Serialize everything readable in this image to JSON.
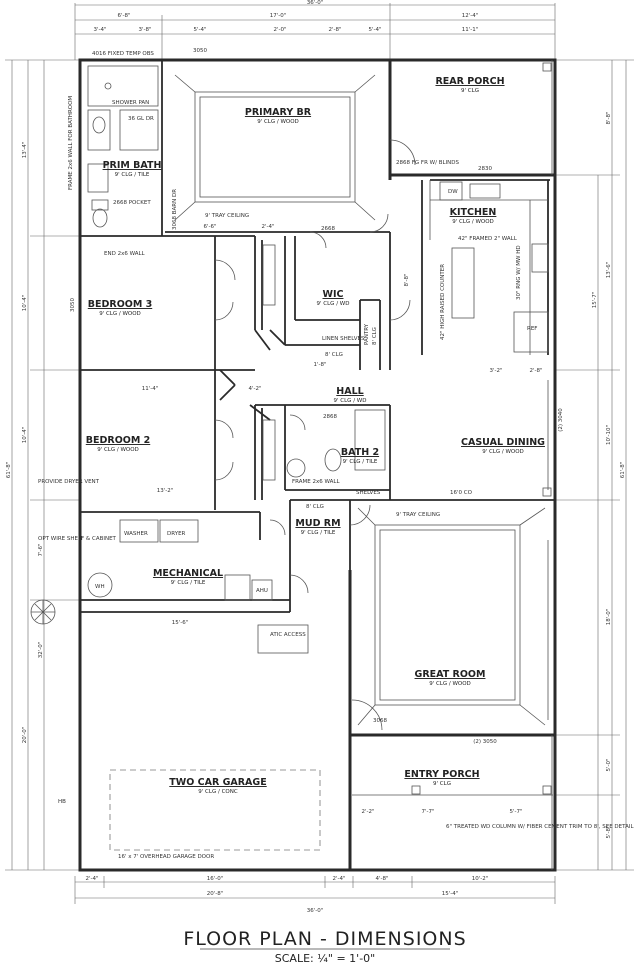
{
  "title": "FLOOR PLAN - DIMENSIONS",
  "scale": "SCALE: ¼\" = 1'-0\"",
  "rooms": {
    "rear_porch": {
      "name": "REAR PORCH",
      "sub": "9' CLG"
    },
    "primary_br": {
      "name": "PRIMARY BR",
      "sub": "9' CLG / WOOD"
    },
    "prim_bath": {
      "name": "PRIM BATH",
      "sub": "9' CLG / TILE"
    },
    "kitchen": {
      "name": "KITCHEN",
      "sub": "9' CLG / WOOD"
    },
    "wic": {
      "name": "WIC",
      "sub": "9' CLG / WD"
    },
    "bedroom3": {
      "name": "BEDROOM 3",
      "sub": "9' CLG / WOOD"
    },
    "bedroom2": {
      "name": "BEDROOM 2",
      "sub": "9' CLG / WOOD"
    },
    "hall": {
      "name": "HALL",
      "sub": "9' CLG / WD"
    },
    "bath2": {
      "name": "BATH 2",
      "sub": "9' CLG / TILE"
    },
    "casual_dining": {
      "name": "CASUAL DINING",
      "sub": "9' CLG / WOOD"
    },
    "mud_rm": {
      "name": "MUD RM",
      "sub": "9' CLG / TILE"
    },
    "mechanical": {
      "name": "MECHANICAL",
      "sub": "9' CLG / TILE"
    },
    "great_room": {
      "name": "GREAT ROOM",
      "sub": "9' CLG / WOOD"
    },
    "entry_porch": {
      "name": "ENTRY PORCH",
      "sub": "9' CLG"
    },
    "garage": {
      "name": "TWO CAR GARAGE",
      "sub": "9' CLG / CONC"
    }
  },
  "notes": {
    "fixed_temp": "4016 FIXED TEMP OBS",
    "shower_pan": "SHOWER PAN",
    "gl_dr": "36 GL DR",
    "frame_wall": "FRAME 2x6 WALL FOR BATHROOM",
    "barn_dr": "3068 BARN DR",
    "pocket": "2668 POCKET",
    "tray_ceiling_br": "9' TRAY CEILING",
    "end_wall": "END 2x6 WALL",
    "fg_fr": "2868 FG FR W/ BLINDS",
    "framed_wall": "42\" FRAMED 2\" WALL",
    "high_counter": "42\" HIGH RAISED COUNTER",
    "range": "30\" RNG W/ MW HD",
    "ref": "REF",
    "linen": "LINEN SHELVES",
    "linen_clg": "8' CLG",
    "pantry": "PANTRY",
    "pantry_clg": "8' CLG",
    "dryer_vent": "PROVIDE DRYER VENT",
    "wire_shelf": "OPT WIRE SHELF & CABINET",
    "washer": "WASHER",
    "dryer": "DRYER",
    "frame_wall2": "FRAME 2x6 WALL",
    "shelves": "SHELVES",
    "clg8": "8' CLG",
    "tray_ceiling_gr": "9' TRAY CEILING",
    "cased_opening": "16'0 CO",
    "wh": "WH",
    "ahu": "AHU",
    "attic": "ATIC ACCESS",
    "garage_door": "16' x 7' OVERHEAD GARAGE DOOR",
    "column_note": "6\" TREATED WD COLUMN W/ FIBER CEMENT TRIM TO 8', SEE DETAIL",
    "hb": "HB",
    "dw": "DW"
  },
  "dimensions": {
    "top_overall": "36'-0\"",
    "top_a": "6'-8\"",
    "top_b": "17'-0\"",
    "top_c": "12'-4\"",
    "top_d": "3'-4\"",
    "top_e": "3'-8\"",
    "top_f": "5'-4\"",
    "top_g": "2'-0\"",
    "top_h": "2'-8\"",
    "top_i": "5'-4\"",
    "top_j": "11'-1\"",
    "bot_overall": "36'-0\"",
    "bot_a": "2'-4\"",
    "bot_b": "16'-0\"",
    "bot_c": "2'-4\"",
    "bot_d": "4'-8\"",
    "bot_e": "10'-2\"",
    "bot_f": "20'-8\"",
    "bot_g": "15'-4\"",
    "left_overall": "61'-8\"",
    "left_a": "13'-4\"",
    "left_b": "10'-4\"",
    "left_c": "10'-4\"",
    "left_d": "7'-6\"",
    "left_e": "20'-0\"",
    "left_f": "32'-0\"",
    "right_overall": "61'-8\"",
    "right_a": "8'-8\"",
    "right_b": "13'-6\"",
    "right_c": "15'-7\"",
    "right_d": "10'-10\"",
    "right_e": "18'-0\"",
    "right_f": "5'-0\"",
    "right_g": "5'-8\"",
    "mech_w": "15'-6\"",
    "br2_w": "13'-2\"",
    "br3_w": "11'-4\"",
    "win_3050": "3050",
    "win_3050b": "3050",
    "win_3040": "(2) 3040",
    "win_3050c": "(2) 3050",
    "door_2668": "2668",
    "door_2868": "2868",
    "door_3068": "3068",
    "door_2830": "2830",
    "w_8_8": "8'-8\"",
    "w_2_4": "2'-4\"",
    "w_6_6": "6'-6\"",
    "w_4_2": "4'-2\"",
    "w_1_8": "1'-8\"",
    "w_3_2": "3'-2\"",
    "w_2_8": "2'-8\"",
    "w_7_7": "7'-7\"",
    "w_5_7": "5'-7\"",
    "w_2_2": "2'-2\""
  }
}
